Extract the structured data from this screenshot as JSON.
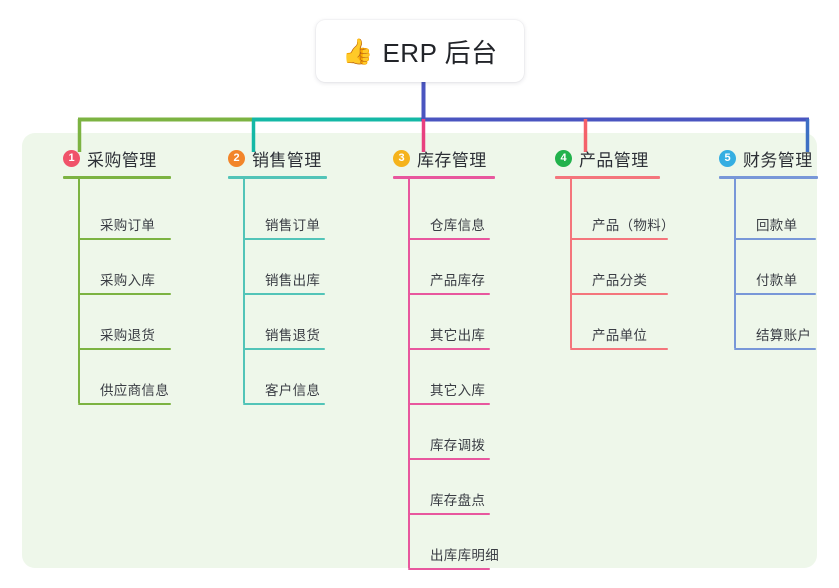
{
  "root": {
    "icon": "thumbs-up-emoji",
    "icon_glyph": "👍",
    "title": "ERP 后台"
  },
  "panel": {
    "background_color": "#eef7ea"
  },
  "connector_colors": {
    "trunk": "#4a55c0",
    "segment_green": "#7cb342",
    "segment_teal": "#14b8a6",
    "segment_indigo": "#4a55c0",
    "drop_purchase": "#7cb342",
    "drop_sales": "#14b8a6",
    "drop_inventory": "#e8407f",
    "drop_product": "#f4616a",
    "drop_finance": "#3d6fc4"
  },
  "columns": [
    {
      "index": "1",
      "title": "采购管理",
      "badge_color": "#f0536a",
      "line_color": "#7cb342",
      "items": [
        {
          "label": "采购订单"
        },
        {
          "label": "采购入库"
        },
        {
          "label": "采购退货"
        },
        {
          "label": "供应商信息"
        }
      ]
    },
    {
      "index": "2",
      "title": "销售管理",
      "badge_color": "#f2852a",
      "line_color": "#52c4b8",
      "items": [
        {
          "label": "销售订单"
        },
        {
          "label": "销售出库"
        },
        {
          "label": "销售退货"
        },
        {
          "label": "客户信息"
        }
      ]
    },
    {
      "index": "3",
      "title": "库存管理",
      "badge_color": "#f5b31c",
      "line_color": "#e8579e",
      "items": [
        {
          "label": "仓库信息"
        },
        {
          "label": "产品库存"
        },
        {
          "label": "其它出库"
        },
        {
          "label": "其它入库"
        },
        {
          "label": "库存调拨"
        },
        {
          "label": "库存盘点"
        },
        {
          "label": "出库库明细"
        }
      ]
    },
    {
      "index": "4",
      "title": "产品管理",
      "badge_color": "#22b24c",
      "line_color": "#f4757c",
      "items": [
        {
          "label": "产品（物料）"
        },
        {
          "label": "产品分类"
        },
        {
          "label": "产品单位"
        }
      ]
    },
    {
      "index": "5",
      "title": "财务管理",
      "badge_color": "#35aee2",
      "line_color": "#7897d8",
      "items": [
        {
          "label": "回款单"
        },
        {
          "label": "付款单"
        },
        {
          "label": "结算账户"
        }
      ]
    }
  ]
}
